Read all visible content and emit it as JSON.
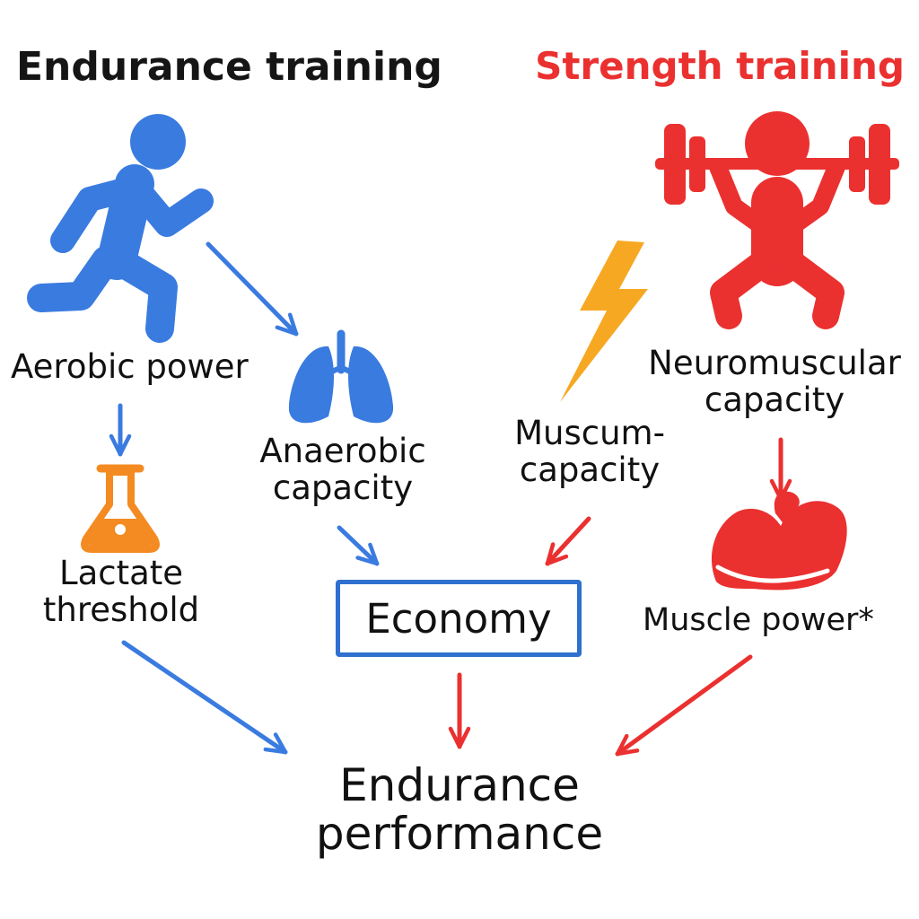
{
  "colors": {
    "endurance": "#3a7be0",
    "strength": "#ea3130",
    "lactate": "#f38b22",
    "lightning": "#f7a823",
    "text": "#111111",
    "economy_border": "#2f6fd0"
  },
  "titles": {
    "endurance": "Endurance training",
    "strength": "Strength training"
  },
  "nodes": {
    "aerobic_power": "Aerobic power",
    "anaerobic_line1": "Anaerobic",
    "anaerobic_line2": "capacity",
    "lactate_line1": "Lactate",
    "lactate_line2": "threshold",
    "muscum_line1": "Muscum-",
    "muscum_line2": "capacity",
    "neuro_line1": "Neuromuscular",
    "neuro_line2": "capacity",
    "muscle_power": "Muscle power*",
    "economy": "Economy",
    "performance_line1": "Endurance",
    "performance_line2": "performance"
  },
  "icons": {
    "runner": "runner-icon",
    "lungs": "lungs-icon",
    "flask": "flask-icon",
    "lightning": "lightning-icon",
    "weightlifter": "weightlifter-icon",
    "bicep": "bicep-icon"
  }
}
